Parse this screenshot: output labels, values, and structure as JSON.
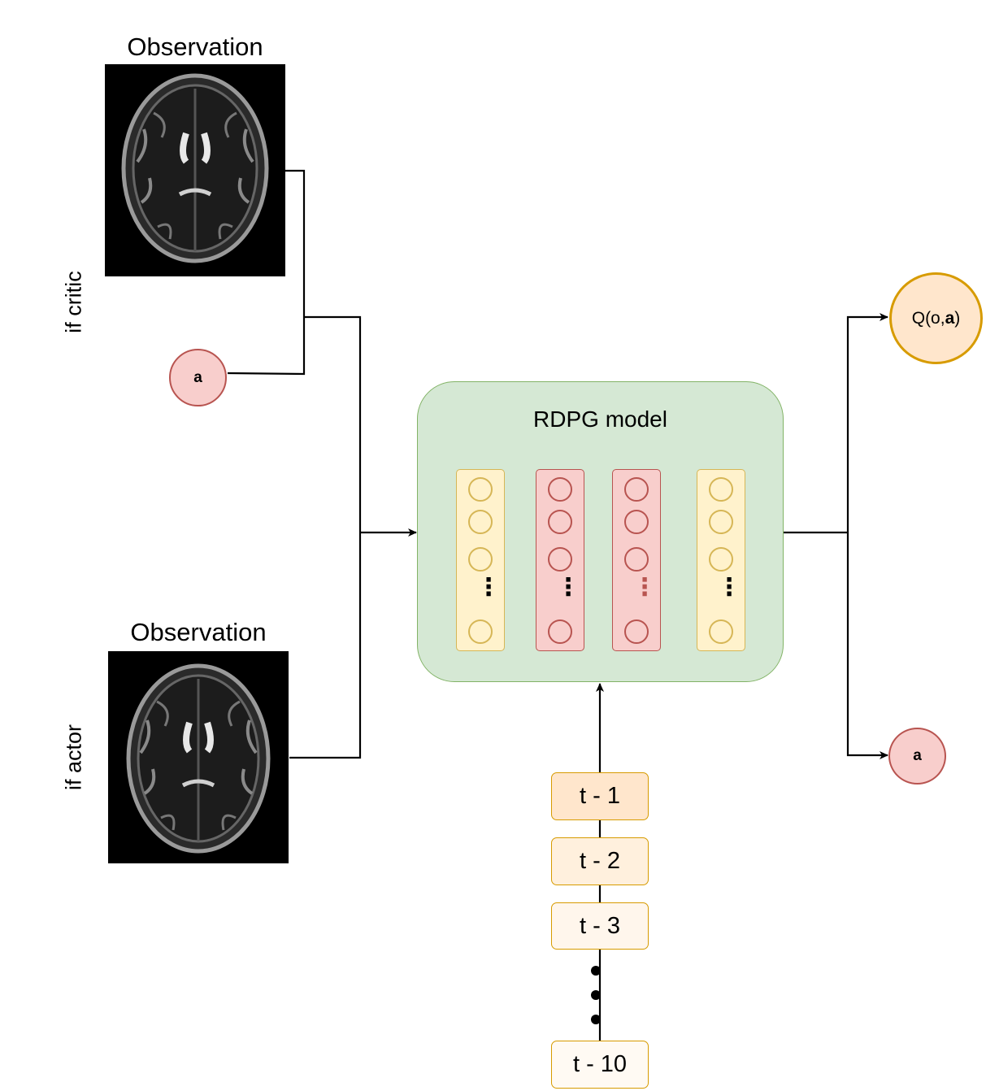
{
  "observations": [
    {
      "label": "Observation",
      "condition": "if critic"
    },
    {
      "label": "Observation",
      "condition": "if actor"
    }
  ],
  "action_input": {
    "label": "a"
  },
  "model": {
    "title": "RDPG model",
    "layers": [
      {
        "color": "yellow",
        "neuron_count_visible": 4
      },
      {
        "color": "red",
        "neuron_count_visible": 4
      },
      {
        "color": "red",
        "neuron_count_visible": 4
      },
      {
        "color": "yellow",
        "neuron_count_visible": 4
      }
    ]
  },
  "history": [
    "t - 1",
    "t - 2",
    "t - 3",
    "t - 10"
  ],
  "outputs": {
    "q_value": "Q(o, a)",
    "action": "a"
  },
  "colors": {
    "model_fill": "#d5e8d4",
    "model_stroke": "#82b366",
    "yellow_fill": "#fff2cc",
    "yellow_stroke": "#d6b656",
    "red_fill": "#f8cecc",
    "red_stroke": "#b85450",
    "orange_fill": "#ffe6cc",
    "orange_stroke": "#d79b00"
  }
}
